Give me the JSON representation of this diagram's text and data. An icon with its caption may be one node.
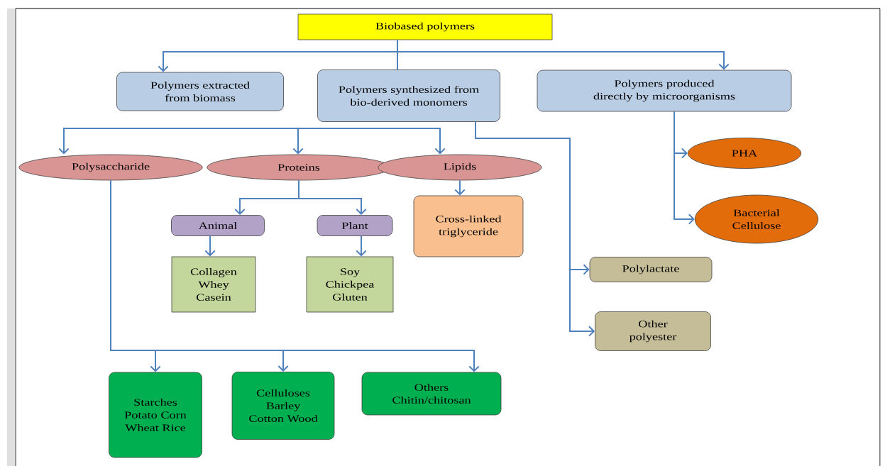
{
  "diagram": {
    "nodes": [
      {
        "text": [
          "Biobased polymers"
        ]
      },
      {
        "text": [
          "Polymers extracted from biomass"
        ]
      },
      {
        "text": [
          "Polymers synthesized from bio-derived monomers"
        ]
      },
      {
        "text": [
          "Polymers produced directly by microorganisms"
        ]
      },
      {
        "text": [
          "Polysaccharide"
        ]
      },
      {
        "text": [
          "Proteins"
        ]
      },
      {
        "text": [
          "Lipids"
        ]
      },
      {
        "text": [
          "PHA"
        ]
      },
      {
        "text": [
          "Bacterial Cellulose"
        ]
      },
      {
        "text": [
          "Animal"
        ]
      },
      {
        "text": [
          "Plant"
        ]
      },
      {
        "text": [
          "Cross-linked triglyceride"
        ]
      },
      {
        "text": [
          "Collagen Whey Casein"
        ]
      },
      {
        "text": [
          "Soy Chickpea Gluten"
        ]
      },
      {
        "text": [
          "Polylactate"
        ]
      },
      {
        "text": [
          "Other polyester"
        ]
      },
      {
        "text": [
          "Starches Potato Corn Wheat Rice"
        ]
      },
      {
        "text": [
          "Celluloses Barley Cotton Wood"
        ]
      },
      {
        "text": [
          "Others Chitin/chitosan"
        ]
      }
    ],
    "edges": [
      {
        "from": 0,
        "to": 1,
        "arrow": "to"
      },
      {
        "from": 0,
        "to": 2,
        "arrow": "none"
      },
      {
        "from": 0,
        "to": 3,
        "arrow": "to"
      },
      {
        "from": null,
        "to": 4,
        "arrow": "to"
      },
      {
        "from": null,
        "to": 5,
        "arrow": "to"
      },
      {
        "from": null,
        "to": 6,
        "arrow": "to"
      },
      {
        "from": 2,
        "to": 14,
        "arrow": "to"
      },
      {
        "from": 2,
        "to": 15,
        "arrow": "to"
      },
      {
        "from": 3,
        "to": 7,
        "arrow": "to"
      },
      {
        "from": 3,
        "to": 8,
        "arrow": "to"
      },
      {
        "from": 5,
        "to": 9,
        "arrow": "to"
      },
      {
        "from": 5,
        "to": 10,
        "arrow": "to"
      },
      {
        "from": 6,
        "to": 11,
        "arrow": "to"
      },
      {
        "from": 9,
        "to": 12,
        "arrow": "to"
      },
      {
        "from": 10,
        "to": 13,
        "arrow": "to"
      },
      {
        "from": 4,
        "to": 16,
        "arrow": "to"
      },
      {
        "from": 4,
        "to": 17,
        "arrow": "to"
      },
      {
        "from": 4,
        "to": 18,
        "arrow": "to"
      }
    ]
  }
}
